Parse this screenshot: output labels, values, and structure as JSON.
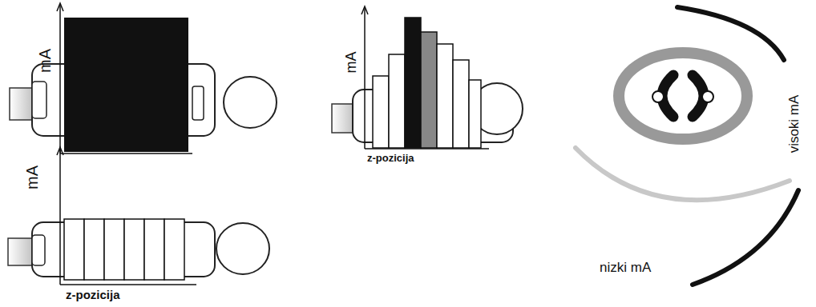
{
  "diagram": {
    "labels": [
      "mA",
      "mA",
      "z-pozicija",
      "mA",
      "z-pozicija",
      "visoki mA",
      "nizki mA"
    ]
  }
}
